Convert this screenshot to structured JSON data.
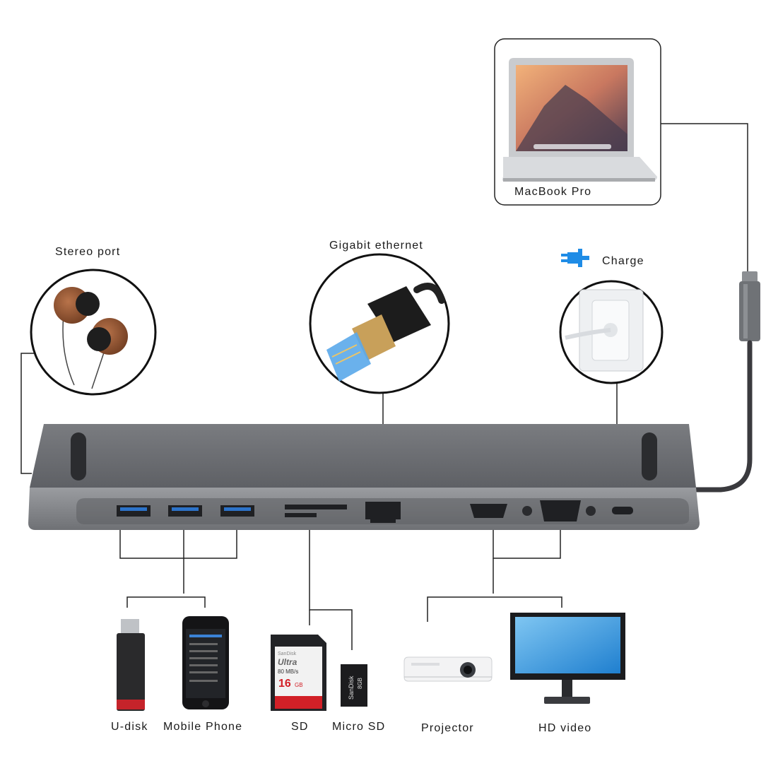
{
  "labels": {
    "macbook": "MacBook Pro",
    "stereo": "Stereo port",
    "ethernet": "Gigabit ethernet",
    "charge": "Charge",
    "udisk": "U-disk",
    "phone": "Mobile Phone",
    "sd": "SD",
    "microsd": "Micro SD",
    "projector": "Projector",
    "hdvideo": "HD video"
  },
  "sd_card": {
    "brand": "SanDisk",
    "line": "Ultra",
    "speed": "80 MB/s",
    "capacity": "16",
    "unit": "GB"
  },
  "microsd_card": {
    "brand": "SanDisk",
    "capacity": "8GB"
  },
  "colors": {
    "hub": "#6b6d72",
    "hub_front": "#8a8c90",
    "charge_icon": "#1f8ce6",
    "line": "#222222",
    "sd_red": "#d22027"
  }
}
